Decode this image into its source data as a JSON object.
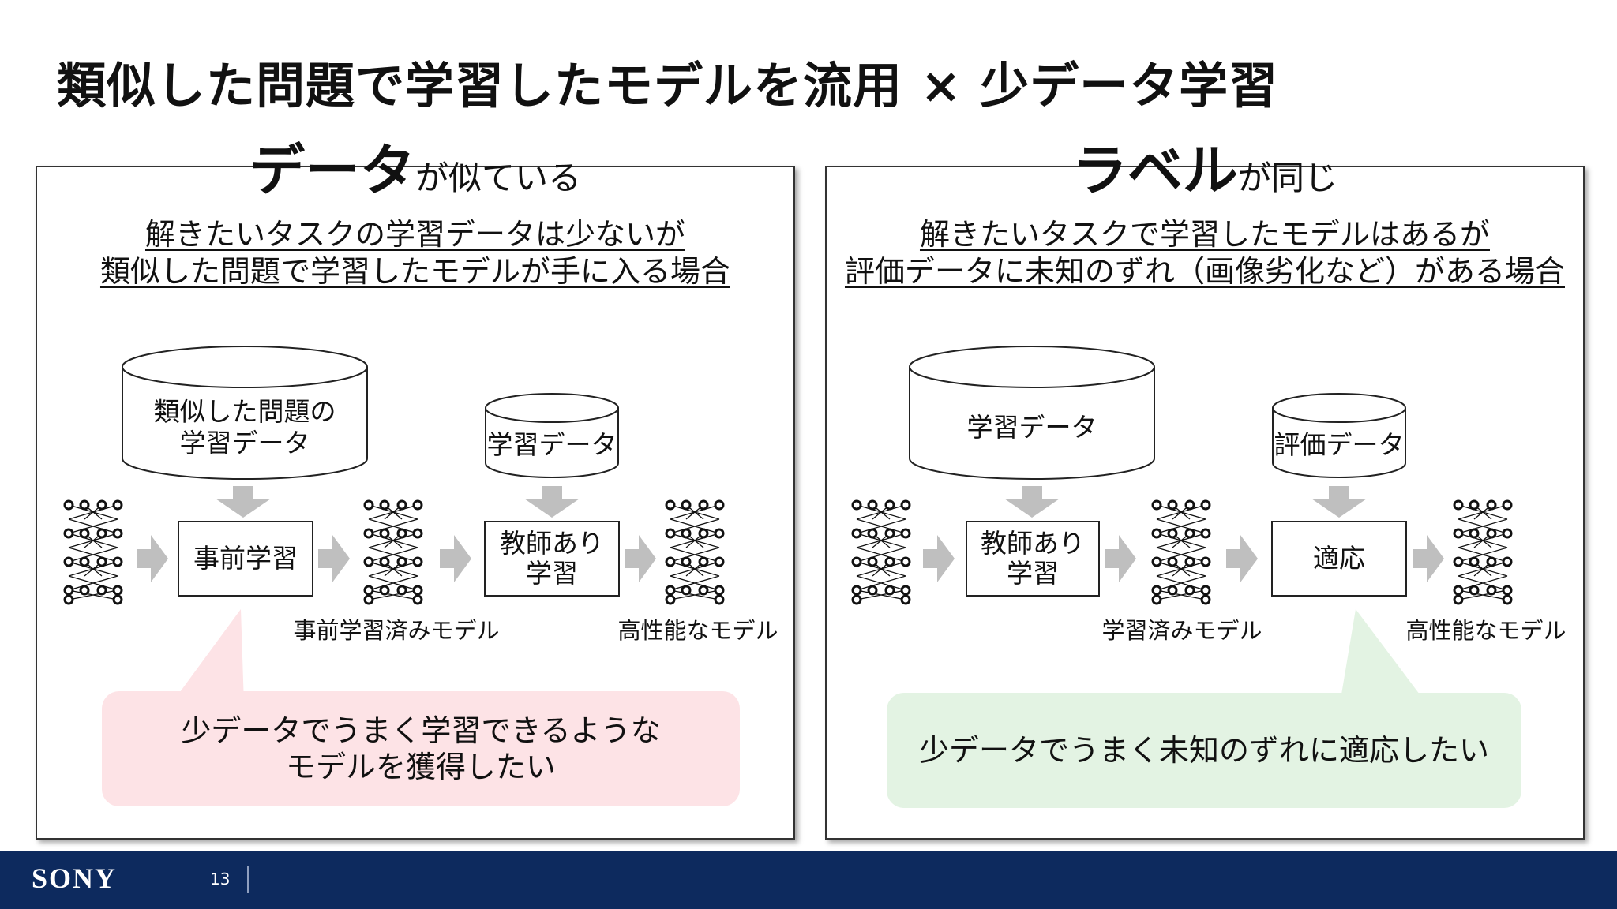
{
  "slide": {
    "title": "類似した問題で学習したモデルを流用 × 少データ学習",
    "page_number": "13",
    "logo_text": "SONY"
  },
  "left_panel": {
    "heading_big": "データ",
    "heading_small": "が似ている",
    "description": [
      "解きたいタスクの学習データは少ないが",
      "類似した問題で学習したモデルが手に入る場合"
    ],
    "db1_label": [
      "類似した問題の",
      "学習データ"
    ],
    "db2_label": "学習データ",
    "step1": "事前学習",
    "step2": [
      "教師あり",
      "学習"
    ],
    "caption_mid": "事前学習済みモデル",
    "caption_end": "高性能なモデル",
    "bubble": [
      "少データでうまく学習できるような",
      "モデルを獲得したい"
    ],
    "bubble_color": "#fde3e6"
  },
  "right_panel": {
    "heading_big": "ラベル",
    "heading_small": "が同じ",
    "description": [
      "解きたいタスクで学習したモデルはあるが",
      "評価データに未知のずれ（画像劣化など）がある場合"
    ],
    "db1_label": "学習データ",
    "db2_label": "評価データ",
    "step1": [
      "教師あり",
      "学習"
    ],
    "step2": "適応",
    "caption_mid": "学習済みモデル",
    "caption_end": "高性能なモデル",
    "bubble": "少データでうまく未知のずれに適応したい",
    "bubble_color": "#e3f3e3"
  },
  "colors": {
    "footer": "#0d2a5e",
    "arrow": "#bfbfbf"
  },
  "icons": [
    "neural-network-icon",
    "right-arrow-icon",
    "down-arrow-icon",
    "database-cylinder-icon"
  ]
}
